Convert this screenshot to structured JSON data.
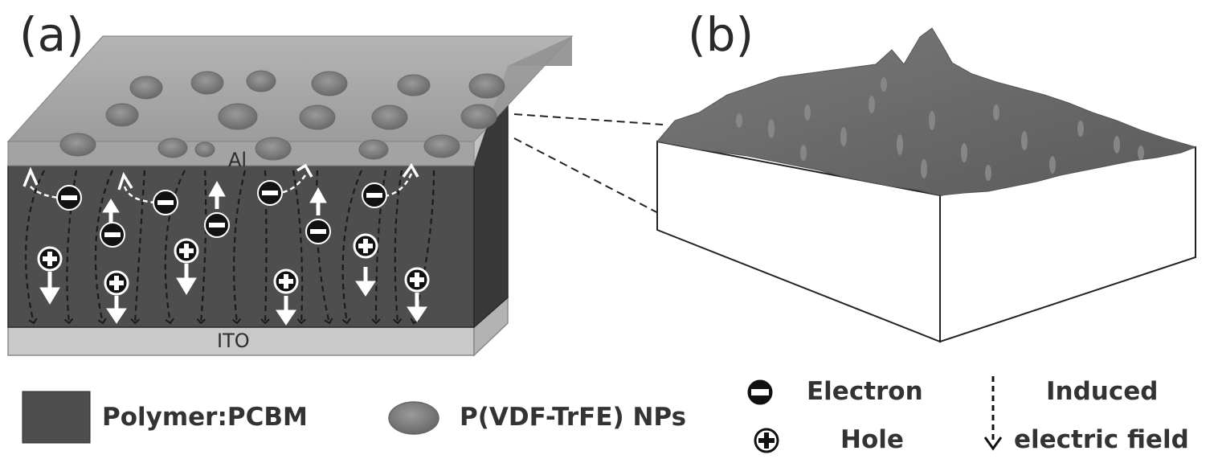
{
  "panels": {
    "a_label": "(a)",
    "b_label": "(b)"
  },
  "device": {
    "top_electrode_label": "Al",
    "bottom_electrode_label": "ITO"
  },
  "legend": {
    "active_layer": "Polymer:PCBM",
    "nanoparticles": "P(VDF-TrFE) NPs",
    "electron": "Electron",
    "hole": "Hole",
    "field_line1": "Induced",
    "field_line2": "electric field"
  },
  "colors": {
    "active_layer": "#4d4d4d",
    "active_side": "#3a3a3a",
    "aluminum_top": "#a9a9a9",
    "ito": "#c8c8c8",
    "nanoparticle": "#7d7d7d",
    "surface": "#6e6e6e"
  },
  "icons": {
    "electron": "minus-circle-icon",
    "hole": "plus-circle-icon",
    "field": "dashed-down-arrow-icon"
  }
}
